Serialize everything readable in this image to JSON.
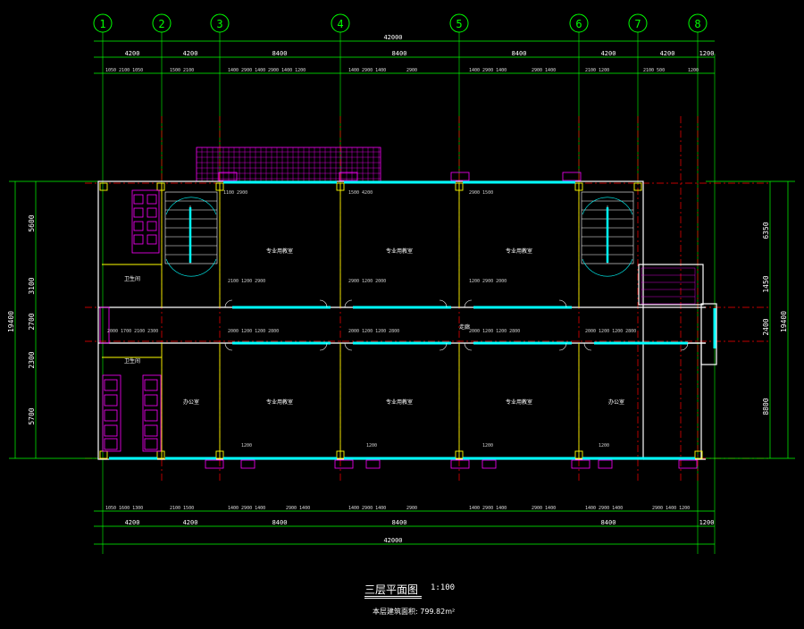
{
  "drawing": {
    "title": "三层平面图",
    "scale": "1:100",
    "area_note": "本层建筑面积: 799.82m²",
    "axes_top": [
      "1",
      "2",
      "3",
      "4",
      "5",
      "6",
      "7",
      "8"
    ],
    "total_width": "42000",
    "spans_top": [
      "4200",
      "4200",
      "8400",
      "8400",
      "8400",
      "4200",
      "4200",
      "1200"
    ],
    "spans_bottom": [
      "4200",
      "4200",
      "8400",
      "8400",
      "8400",
      "1200"
    ],
    "left_dims": [
      "5600",
      "3100",
      "2700",
      "2300",
      "5700"
    ],
    "left_total": "19400",
    "right_dims": [
      "6350",
      "1450",
      "2400",
      "8800"
    ],
    "right_total": "19400",
    "rooms": [
      "专业用教室",
      "专业用教室",
      "专业用教室",
      "专业用教室",
      "专业用教室",
      "专业用教室",
      "办公室",
      "办公室",
      "卫生间",
      "卫生间",
      "走廊"
    ]
  },
  "colors": {
    "background": "#000000",
    "axis_green": "#00ff00",
    "wall_white": "#ffffff",
    "window_cyan": "#00ffff",
    "magenta": "#ff00ff",
    "red_dash": "#ff0000",
    "yellow": "#ffff00"
  }
}
